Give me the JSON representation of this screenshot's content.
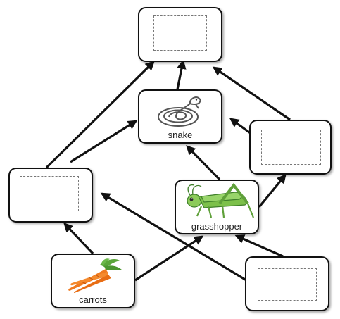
{
  "nodes": {
    "snake": {
      "label": "snake",
      "icon": "snake-icon"
    },
    "grasshopper": {
      "label": "grasshopper",
      "icon": "grasshopper-icon"
    },
    "carrots": {
      "label": "carrots",
      "icon": "carrot-icon"
    }
  },
  "blank_boxes": [
    "top",
    "left",
    "right",
    "bottom-right"
  ],
  "colors": {
    "border": "#111111",
    "arrow": "#111111",
    "carrot": "#f07a1f",
    "grasshopper": "#7cc04a",
    "snake": "#555555"
  }
}
